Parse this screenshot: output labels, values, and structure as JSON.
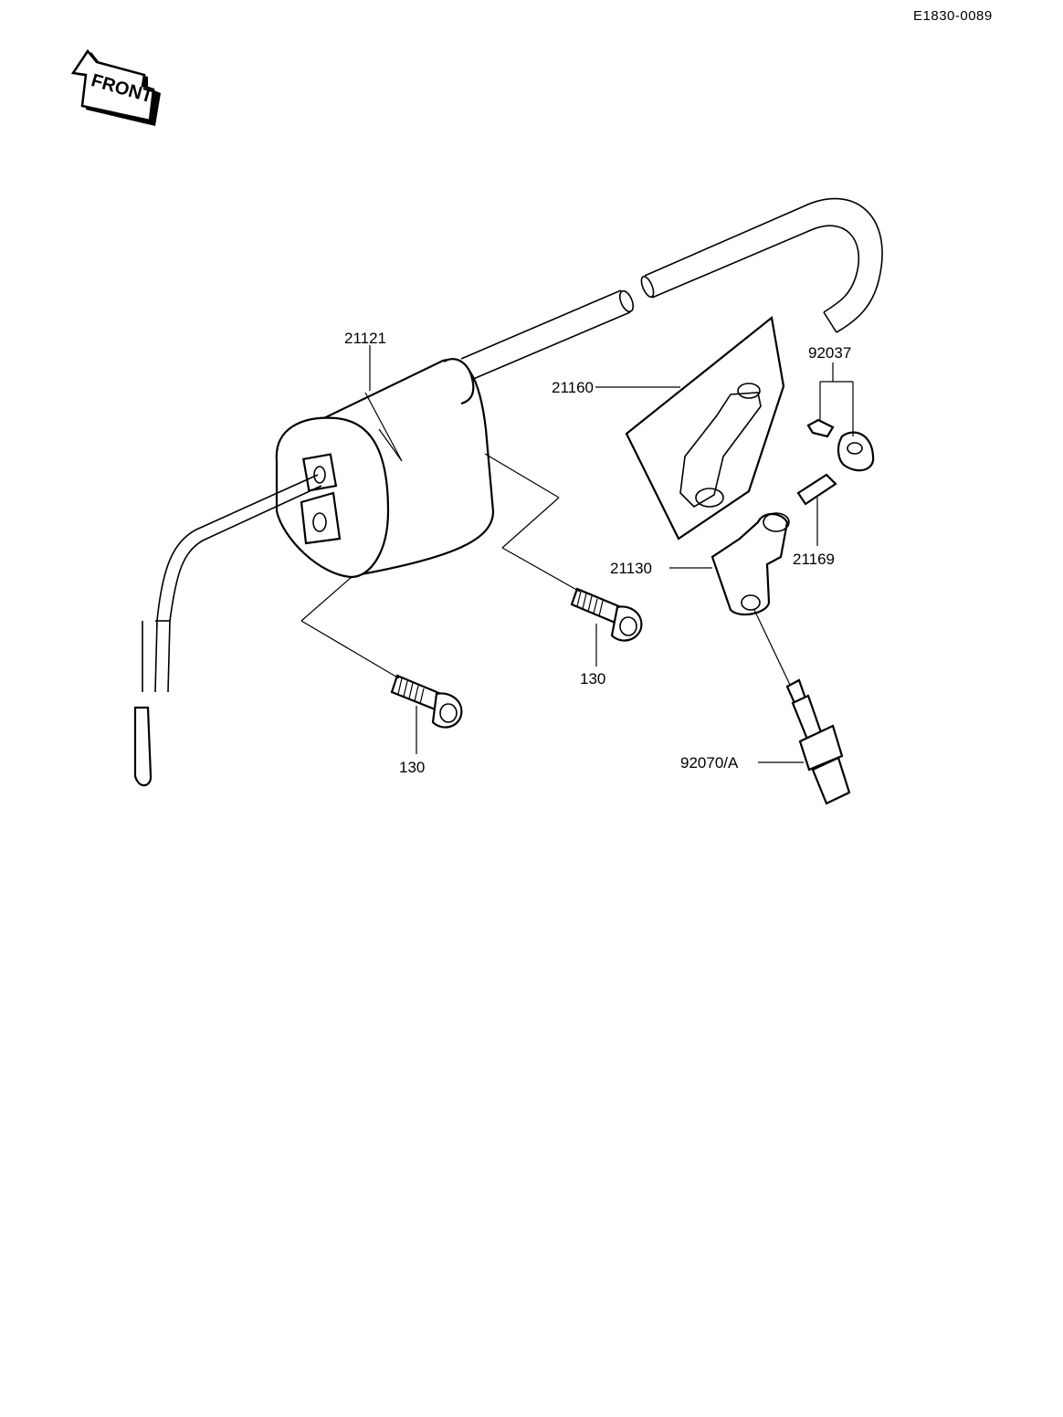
{
  "document": {
    "id": "E1830-0089"
  },
  "front_arrow": {
    "label": "FRONT",
    "icon": "front-direction-arrow-icon"
  },
  "callouts": [
    {
      "id": "ignition-coil",
      "part_number": "21121"
    },
    {
      "id": "coil-cover",
      "part_number": "21160"
    },
    {
      "id": "clamp-and-screw",
      "part_number": "92037"
    },
    {
      "id": "terminal",
      "part_number": "21169"
    },
    {
      "id": "plug-cap",
      "part_number": "21130"
    },
    {
      "id": "bolt-right",
      "part_number": "130"
    },
    {
      "id": "bolt-left",
      "part_number": "130"
    },
    {
      "id": "spark-plug",
      "part_number": "92070/A"
    }
  ],
  "colors": {
    "ink": "#000000",
    "paper": "#ffffff"
  }
}
